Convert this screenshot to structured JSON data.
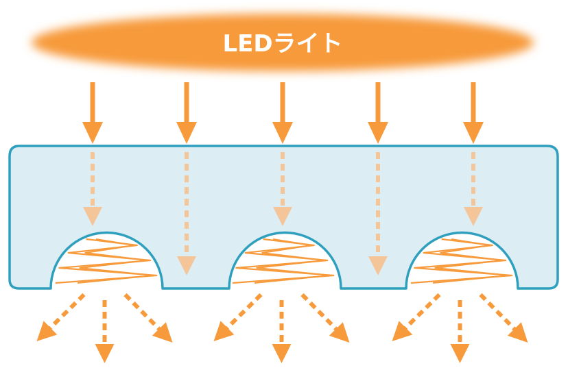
{
  "diagram": {
    "light_source": {
      "label": "LEDライト"
    },
    "colors": {
      "light": "#f79a3b",
      "light_faded": "#f5c59a",
      "panel_fill": "#dcedf4",
      "panel_stroke": "#2f9fbe",
      "reflection": "#f79a3b"
    },
    "counts": {
      "incoming_arrows": 5,
      "lens_domes": 3,
      "outgoing_arrows_per_dome": 3
    }
  }
}
